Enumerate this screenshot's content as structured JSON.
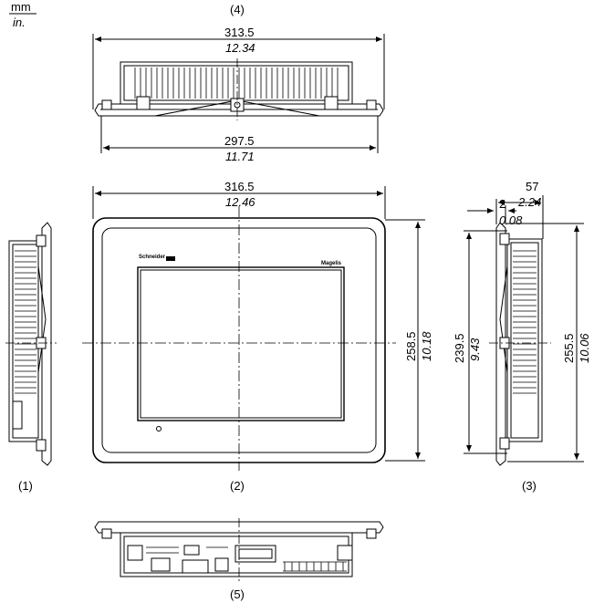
{
  "units": {
    "metric": "mm",
    "imperial": "in."
  },
  "view_labels": {
    "top": "(4)",
    "left": "(1)",
    "front": "(2)",
    "right": "(3)",
    "bottom": "(5)"
  },
  "dimensions": {
    "top_width": {
      "mm": "313.5",
      "in": "12.34"
    },
    "top_base": {
      "mm": "297.5",
      "in": "11.71"
    },
    "front_width": {
      "mm": "316.5",
      "in": "12.46"
    },
    "front_height": {
      "mm": "258.5",
      "in": "10.18"
    },
    "side_depth": {
      "mm": "57",
      "in": "2.24"
    },
    "bezel_thickness": {
      "mm": "2",
      "in": "0.08"
    },
    "panel_cutout_height": {
      "mm": "239.5",
      "in": "9.43"
    },
    "side_height": {
      "mm": "255.5",
      "in": "10.06"
    }
  },
  "brand": {
    "logo": "Schneider",
    "product": "Magelis"
  }
}
